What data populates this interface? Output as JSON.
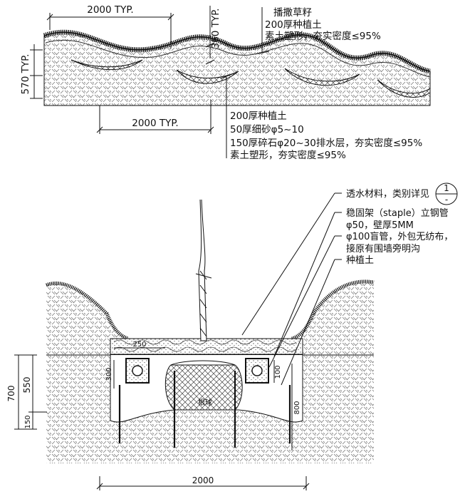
{
  "top_section": {
    "dim_top": "2000 TYP.",
    "dim_bottom": "2000 TYP.",
    "dim_left": "570 TYP.",
    "dim_mound": "360 TYP.",
    "labels_upper": [
      "播撒草籽",
      "200厚种植土",
      "素土塑形，夯实密度≤95%"
    ],
    "labels_lower": [
      "200厚种植土",
      "50厚细砂φ5~10",
      "150厚碎石φ20~30排水层，夯实密度≤95%",
      "素土塑形，夯实密度≤95%"
    ]
  },
  "bottom_section": {
    "callouts": [
      "透水材料，类别详见",
      "稳固架（staple）立钢管",
      "φ50，壁厚5MM",
      "φ100盲管，外包无纺布，",
      "接原有围墙旁明沟",
      "种植土"
    ],
    "detail_ref_top": "1",
    "detail_ref_bottom": "-",
    "root_ball": "根球",
    "dims": {
      "d700": "700",
      "d550": "550",
      "d150": "150",
      "d250": "250",
      "d300": "300",
      "d100": "100",
      "d800": "800",
      "d2000": "2000"
    }
  }
}
